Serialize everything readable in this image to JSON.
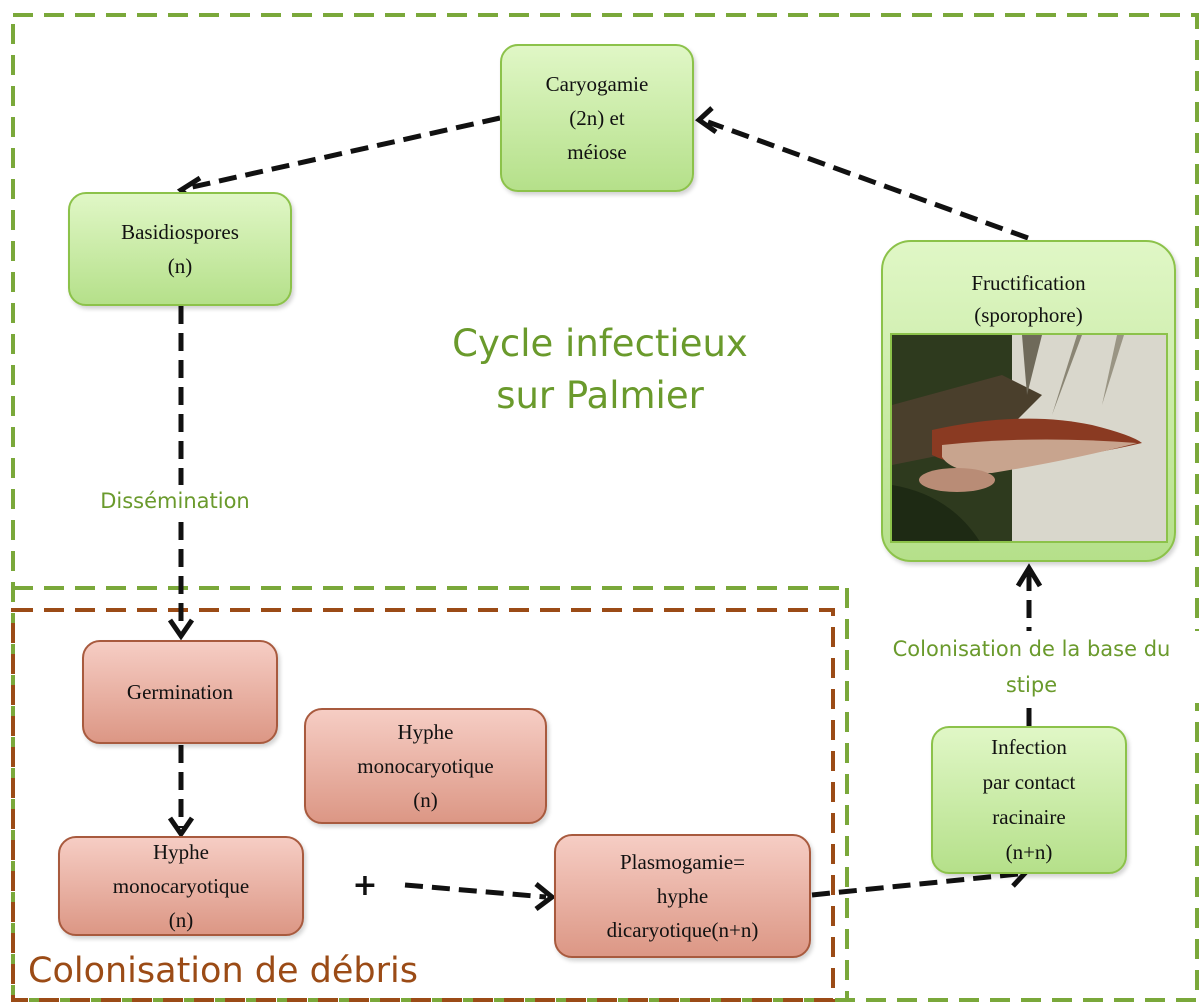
{
  "diagram": {
    "cycle_title": [
      "Cycle infectieux",
      "sur Palmier"
    ],
    "debris_title": "Colonisation de débris",
    "nodes": {
      "caryogamie": [
        "Caryogamie",
        "(2n) et",
        "méiose"
      ],
      "basidiospores": [
        "Basidiospores",
        "(n)"
      ],
      "fructification": [
        "Fructification",
        "(sporophore)"
      ],
      "germination": [
        "Germination"
      ],
      "hyphe_mono_a": [
        "Hyphe",
        "monocaryotique",
        "(n)"
      ],
      "hyphe_mono_b": [
        "Hyphe",
        "monocaryotique",
        "(n)"
      ],
      "plasmogamie": [
        "Plasmogamie=",
        "hyphe",
        "dicaryotique(n+n)"
      ],
      "infection": [
        "Infection",
        "par contact",
        "racinaire",
        "(n+n)"
      ]
    },
    "edge_labels": {
      "dissemination": "Dissémination",
      "colonisation": [
        "Colonisation de la base du",
        "stipe"
      ]
    },
    "plus_sign": "+"
  },
  "colors": {
    "green_frame": "#7aa83a",
    "brown_frame": "#9b4b16",
    "green_node": "#b5e08a",
    "red_node": "#dc9785",
    "green_text": "#6a9a2c",
    "arrow": "#111111"
  }
}
